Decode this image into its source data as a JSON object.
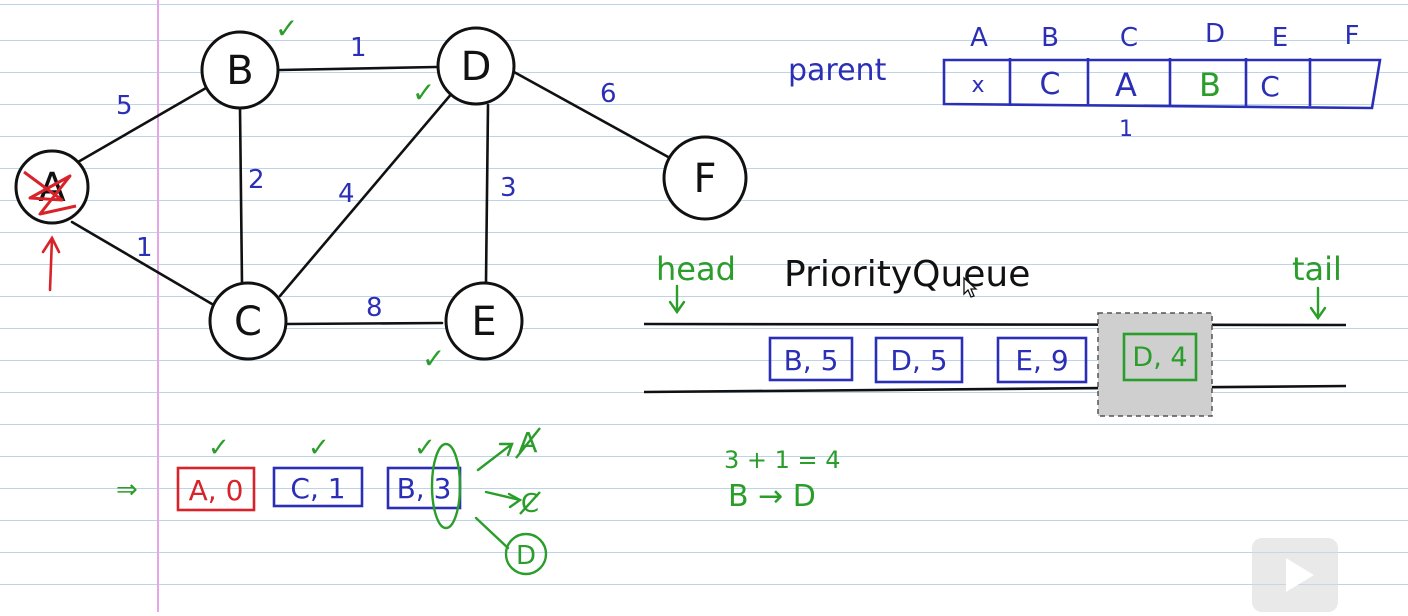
{
  "graph": {
    "nodes": [
      {
        "id": "A",
        "label": "A"
      },
      {
        "id": "B",
        "label": "B"
      },
      {
        "id": "C",
        "label": "C"
      },
      {
        "id": "D",
        "label": "D"
      },
      {
        "id": "E",
        "label": "E"
      },
      {
        "id": "F",
        "label": "F"
      }
    ],
    "edges": [
      {
        "from": "A",
        "to": "B",
        "weight": "5"
      },
      {
        "from": "A",
        "to": "C",
        "weight": "1"
      },
      {
        "from": "B",
        "to": "C",
        "weight": "2"
      },
      {
        "from": "B",
        "to": "D",
        "weight": "1"
      },
      {
        "from": "C",
        "to": "D",
        "weight": "4"
      },
      {
        "from": "C",
        "to": "E",
        "weight": "8"
      },
      {
        "from": "D",
        "to": "E",
        "weight": "3"
      },
      {
        "from": "D",
        "to": "F",
        "weight": "6"
      }
    ]
  },
  "parent_table": {
    "label": "parent",
    "headers": [
      "A",
      "B",
      "C",
      "D",
      "E",
      "F"
    ],
    "values": [
      "x",
      "C",
      "A",
      "B",
      "C",
      ""
    ],
    "below_mark": "1"
  },
  "priority_queue": {
    "title": "PriorityQueue",
    "head_label": "head",
    "tail_label": "tail",
    "items": [
      "B, 5",
      "D, 5",
      "E, 9",
      "D, 4"
    ]
  },
  "visited_list": {
    "arrow": "⇒",
    "items": [
      "A, 0",
      "C, 1",
      "B, 3"
    ]
  },
  "neighbors": [
    "A",
    "C",
    "D"
  ],
  "calculation": {
    "line1": "3 + 1 = 4",
    "line2": "B → D"
  },
  "marks": {
    "check": "✓"
  },
  "colors": {
    "blue_ink": "#2b2fb5",
    "green_ink": "#2a9d2a",
    "red_ink": "#d8232a",
    "margin_line": "#e5a6e8",
    "ruled_line": "#bcd3ea"
  }
}
